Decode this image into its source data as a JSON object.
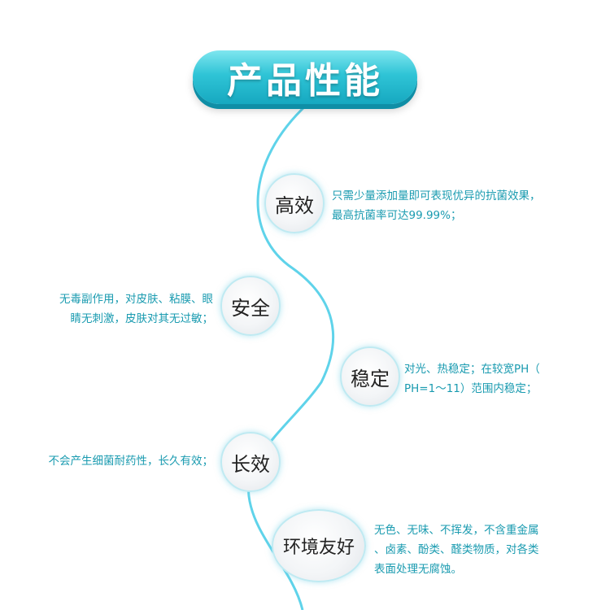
{
  "title": "产品性能",
  "colors": {
    "accent": "#2fc4d6",
    "curve": "#5fd3ea",
    "text": "#1a9bb0"
  },
  "features": [
    {
      "label": "高效",
      "desc": [
        "只需少量添加量即可表现优异的抗菌效果，",
        "最高抗菌率可达99.99%；"
      ]
    },
    {
      "label": "安全",
      "desc": [
        "无毒副作用，对皮肤、粘膜、眼",
        "睛无刺激，皮肤对其无过敏；"
      ]
    },
    {
      "label": "稳定",
      "desc": [
        "对光、热稳定；在较宽PH（",
        "PH=1～11）范围内稳定；"
      ]
    },
    {
      "label": "长效",
      "desc": [
        "不会产生细菌耐药性，长久有效；"
      ]
    },
    {
      "label": "环境友好",
      "desc": [
        "无色、无味、不挥发，不含重金属",
        "、卤素、酚类、醛类物质，对各类",
        "表面处理无腐蚀。"
      ]
    }
  ]
}
